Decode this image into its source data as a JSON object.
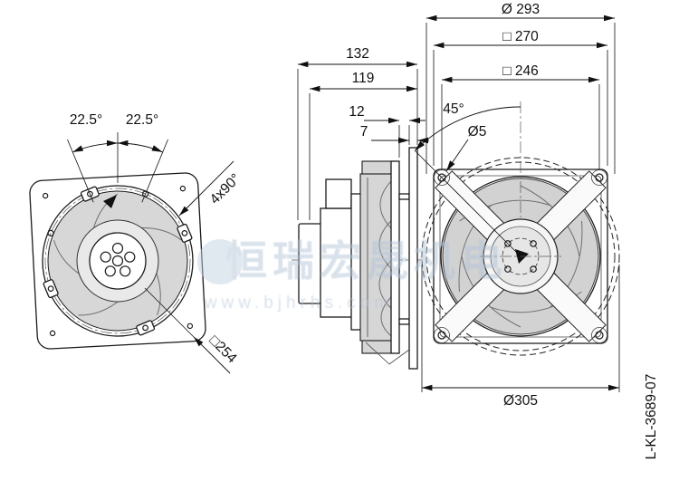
{
  "drawing_code": "L-KL-3689-07",
  "watermark": {
    "brand": "恒瑞宏晟机电",
    "url": "www.bjhrhs.com"
  },
  "colors": {
    "line": "#1a1a1a",
    "fill_gray": "#d6d6d6",
    "watermark": "#b4c5d8"
  },
  "views": {
    "rear": {
      "dims": {
        "angle_left": "22.5°",
        "angle_right": "22.5°",
        "hole_pattern": "4x90°",
        "square_size": "□254"
      }
    },
    "side": {
      "dims": {
        "total_depth": "132",
        "body_depth": "119",
        "ring_offset": "12",
        "plate_thickness": "7"
      }
    },
    "front": {
      "dims": {
        "circle_dia": "Ø 293",
        "outer_square": "□ 270",
        "hole_square": "□ 246",
        "corner_angle": "45°",
        "hole_dia": "Ø5",
        "ring_dia": "Ø305"
      }
    }
  }
}
